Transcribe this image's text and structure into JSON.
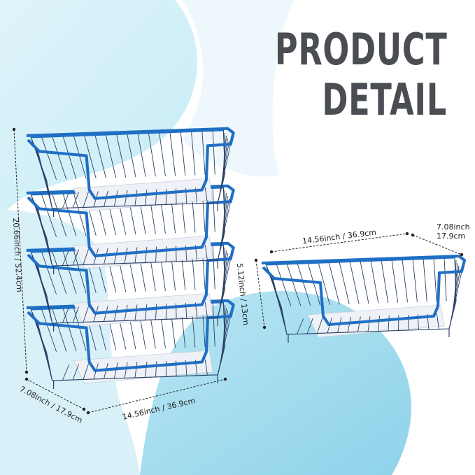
{
  "title": {
    "line1": "PRODUCT",
    "line2": "DETAIL"
  },
  "stack_dimensions": {
    "height": "20.66inch / 52.4cm",
    "depth": "7.08inch / 17.9cm",
    "width": "14.56inch / 36.9cm",
    "basket_count": 4
  },
  "single_dimensions": {
    "width": "14.56inch / 36.9cm",
    "depth_line1": "7.08inch",
    "depth_line2": "17.9cm",
    "height": "5.12inch / 13cm"
  },
  "colors": {
    "basket_blue": "#1f6fc4",
    "wire": "#2a3f66",
    "shelf": "#eef1f6",
    "background_light": "#e6f6fb",
    "background_blob": "#a9dff0",
    "title": "#4a4d52"
  }
}
